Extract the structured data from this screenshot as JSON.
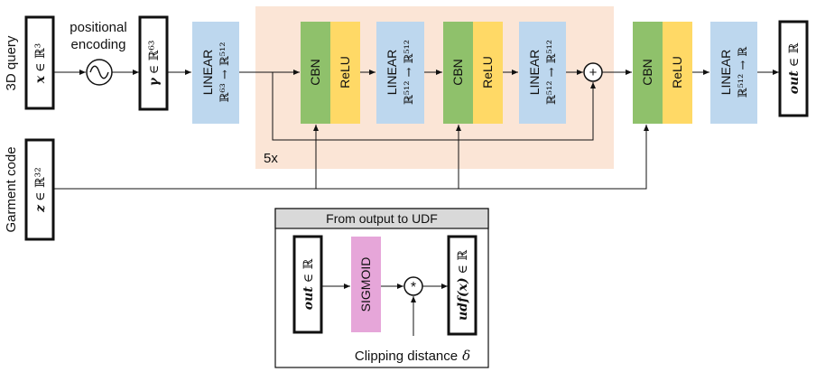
{
  "inputs": {
    "query_label": "3D query",
    "query_var": "𝒙",
    "query_space": "∈ ℝ³",
    "code_label": "Garment code",
    "code_var": "𝒛",
    "code_space": "∈ ℝ³²"
  },
  "encoding": {
    "label_line1": "positional",
    "label_line2": "encoding",
    "gamma_var": "𝜸",
    "gamma_space": "∈ ℝ⁶³"
  },
  "layers": {
    "linear_title": "LINEAR",
    "linear_first_dims": "ℝ⁶³ → ℝ⁵¹²",
    "linear_hidden_dims": "ℝ⁵¹² → ℝ⁵¹²",
    "linear_last_dims": "ℝ⁵¹² → ℝ",
    "cbn": "CBN",
    "relu": "ReLU",
    "plus": "+",
    "repeat": "5x"
  },
  "output": {
    "out_var": "out",
    "out_space": "∈ ℝ"
  },
  "udf_panel": {
    "title": "From output to UDF",
    "out_var": "out",
    "out_space": "∈ ℝ",
    "sigmoid": "SIGMOID",
    "mult": "*",
    "udf_var": "udf(𝒙)",
    "udf_space": "∈ ℝ",
    "clip_label": "Clipping distance",
    "clip_var": "δ"
  },
  "colors": {
    "linear": "#bdd7ee",
    "cbn": "#8fc16b",
    "relu": "#ffd966",
    "sigmoid": "#e6a6d9",
    "loop_bg": "#fbe5d6",
    "panel_header": "#d9d9d9"
  }
}
